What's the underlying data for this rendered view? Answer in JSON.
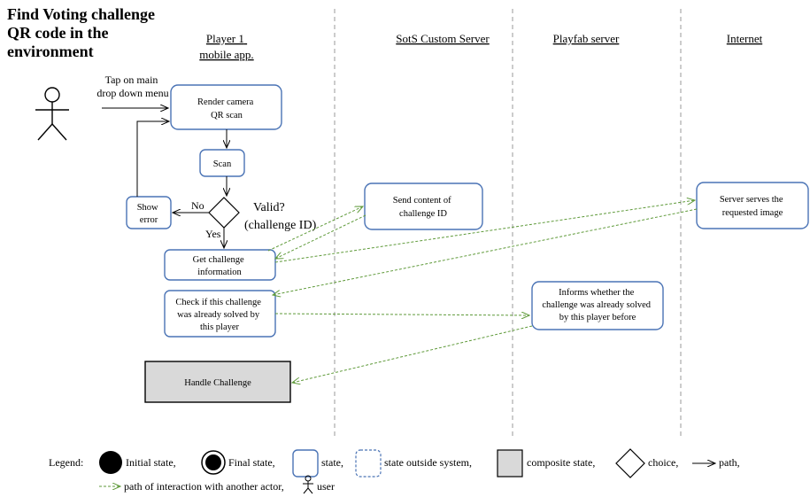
{
  "title": [
    "Find Voting challenge",
    "QR code in the",
    "environment"
  ],
  "lanes": {
    "player": [
      "Player 1",
      "mobile app."
    ],
    "sots": "SotS Custom Server",
    "playfab": "Playfab server",
    "internet": "Internet"
  },
  "actor_label": [
    "Tap on main",
    "drop down menu"
  ],
  "nodes": {
    "render": [
      "Render camera",
      "QR scan"
    ],
    "scan": "Scan",
    "show_error": [
      "Show",
      "error"
    ],
    "valid": [
      "Valid?",
      "(challenge ID)"
    ],
    "get_info": [
      "Get challenge",
      "information"
    ],
    "check": [
      "Check if this challenge",
      "was already solved by",
      "this player"
    ],
    "handle": "Handle Challenge",
    "send_content": [
      "Send content of",
      "challenge ID"
    ],
    "server_serves": [
      "Server serves the",
      "requested image"
    ],
    "informs": [
      "Informs whether the",
      "challenge was already solved",
      "by this player before"
    ]
  },
  "edge_labels": {
    "no": "No",
    "yes": "Yes"
  },
  "legend": {
    "prefix": "Legend:",
    "initial": "Initial state,",
    "final": "Final state,",
    "state": "state,",
    "outside": "state outside system,",
    "composite": "composite state,",
    "choice": "choice,",
    "path": "path,",
    "interaction": "path of interaction with another actor,",
    "user": "user"
  },
  "colors": {
    "state_border": "#4a73b5",
    "interaction_path": "#5f9a3a",
    "composite_fill": "#d9d9d9",
    "lane_divider": "#9a9a9a"
  }
}
